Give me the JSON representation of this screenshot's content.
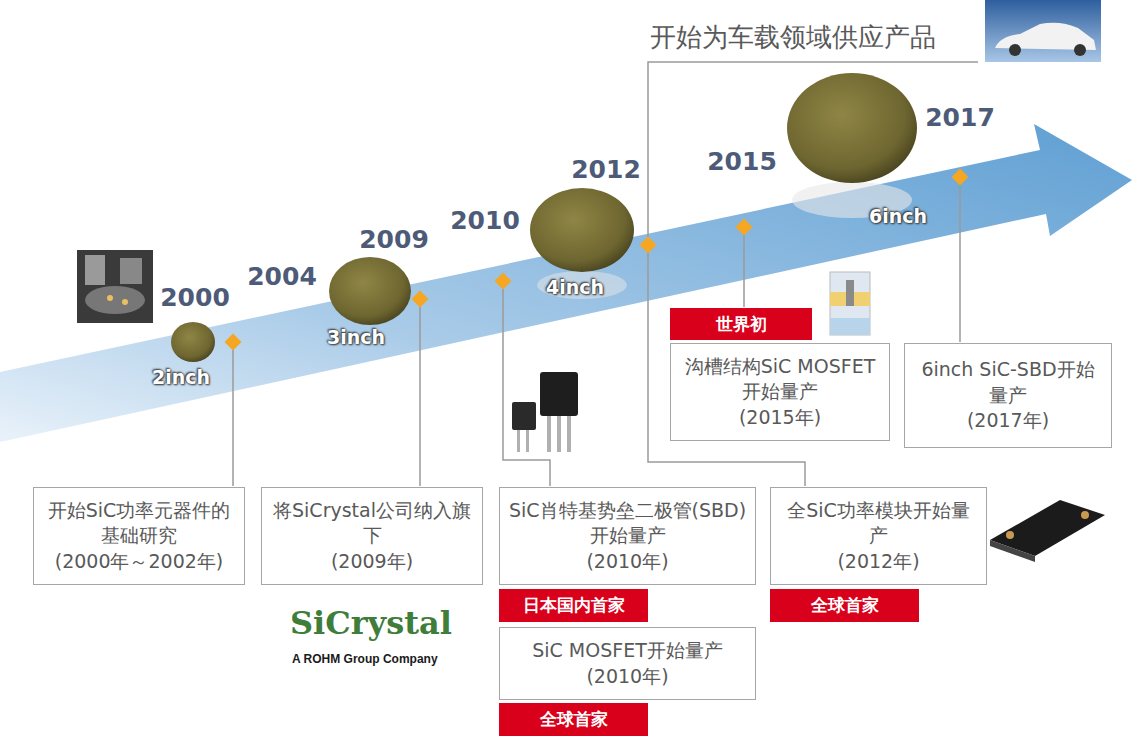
{
  "diagram": {
    "nodes": [
      {
        "text": [
          "开始SiC功率元器件的基础研究",
          "(2000年～2002年)"
        ]
      },
      {
        "text": [
          "将SiCrystal公司纳入旗下",
          "(2009年)"
        ]
      },
      {
        "text": [
          "SiC肖特基势垒二极管(SBD)开始量产",
          "(2010年)"
        ]
      },
      {
        "text": [
          "日本国内首家"
        ]
      },
      {
        "text": [
          "SiC MOSFET开始量产",
          "(2010年)"
        ]
      },
      {
        "text": [
          "全球首家"
        ]
      },
      {
        "text": [
          "全SiC功率模块开始量产",
          "(2012年)"
        ]
      },
      {
        "text": [
          "全球首家"
        ]
      },
      {
        "text": [
          "世界初"
        ]
      },
      {
        "text": [
          "沟槽结构SiC MOSFET开始量产",
          "(2015年)"
        ]
      },
      {
        "text": [
          "6inch SiC-SBD开始量产",
          "(2017年)"
        ]
      }
    ],
    "labels": [
      "开始为车载领域供应产品",
      "2000",
      "2004",
      "2009",
      "2010",
      "2012",
      "2015",
      "2017",
      "2inch",
      "3inch",
      "4inch",
      "6inch",
      "SiCrystal",
      "A ROHM Group Company"
    ]
  }
}
